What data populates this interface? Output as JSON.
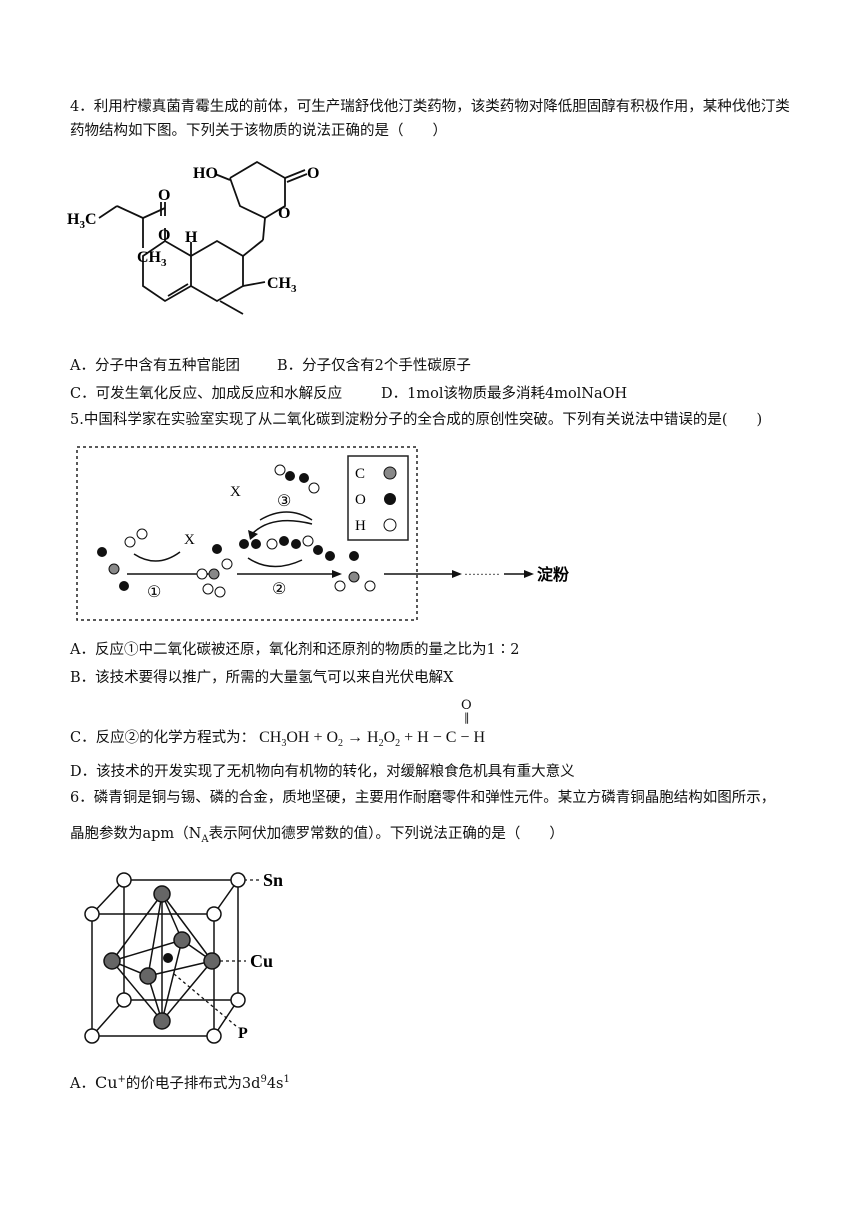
{
  "q4": {
    "stem": "4．利用柠檬真菌青霉生成的前体，可生产瑞舒伐他汀类药物，该类药物对降低胆固醇有积极作用，某种伐他汀类药物结构如下图。下列关于该物质的说法正确的是（　　）",
    "mol_labels": {
      "ho": "HO",
      "o1": "O",
      "o2": "O",
      "o3": "O",
      "o4": "O",
      "h3c": "H",
      "ch3a": "CH",
      "ch3b": "CH",
      "h": "H",
      "three": "3"
    },
    "optA": "A．分子中含有五种官能团",
    "optB": "B．分子仅含有2个手性碳原子",
    "optC": "C．可发生氧化反应、加成反应和水解反应",
    "optD": "D．1mol该物质最多消耗4molNaOH"
  },
  "q5": {
    "stem": "5.中国科学家在实验室实现了从二氧化碳到淀粉分子的全合成的原创性突破。下列有关说法中错误的是(　　)",
    "legend": {
      "c": "C",
      "o": "O",
      "h": "H"
    },
    "x1": "X",
    "x2": "X",
    "step1": "①",
    "step2": "②",
    "step3": "③",
    "dots": "·········",
    "starch": "淀粉",
    "optA": "A．反应①中二氧化碳被还原，氧化剂和还原剂的物质的量之比为1∶2",
    "optB": "B．该技术要得以推广，所需的大量氢气可以来自光伏电解X",
    "optC_prefix": "C．反应②的化学方程式为：",
    "eq_o": "O",
    "optD": "D．该技术的开发实现了无机物向有机物的转化，对缓解粮食危机具有重大意义"
  },
  "q6": {
    "stem1": "6．磷青铜是铜与锡、磷的合金，质地坚硬，主要用作耐磨零件和弹性元件。某立方磷青铜晶胞结构如图所示，",
    "stem2_a": "晶胞参数为apm（N",
    "stem2_sub": "A",
    "stem2_b": "表示阿伏加德罗常数的值）。下列说法正确的是（　　）",
    "label_sn": "Sn",
    "label_cu": "Cu",
    "label_p": "P",
    "optA_prefix": "A．",
    "optA_cu": "Cu",
    "optA_plus": "+",
    "optA_mid": "的价电子排布式为3d",
    "optA_9": "9",
    "optA_4s": "4s",
    "optA_1": "1"
  }
}
